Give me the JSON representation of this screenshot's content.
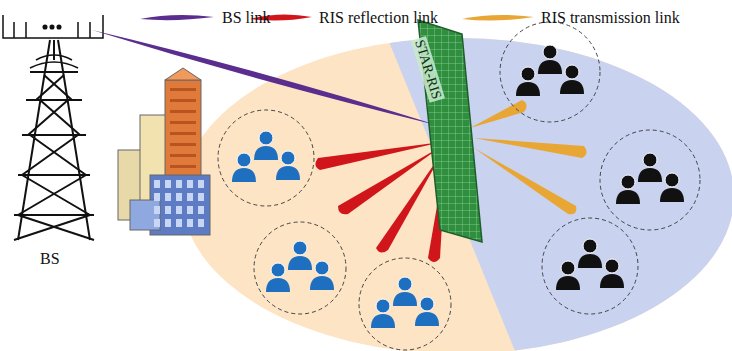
{
  "diagram": {
    "nodes": [
      {
        "text": [
          "STAR-RIS"
        ]
      }
    ],
    "edges": [],
    "labels": [
      "BS"
    ],
    "legend": [
      {
        "text": "BS link"
      },
      {
        "text": "RIS reflection link"
      },
      {
        "text": "RIS transmission link"
      }
    ]
  }
}
